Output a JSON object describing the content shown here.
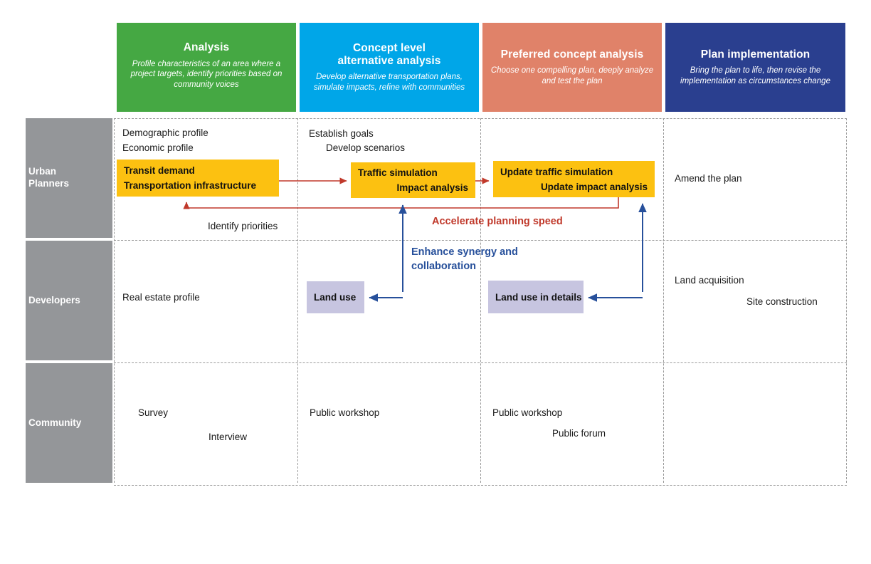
{
  "phases": [
    {
      "title": "Analysis",
      "subtitle": "Profile characteristics of an area where a project targets, identify priorities based on community voices",
      "color": "#45a843"
    },
    {
      "title": "Concept level\nalternative analysis",
      "subtitle": "Develop alternative transportation plans, simulate impacts, refine with communities",
      "color": "#00a6e8"
    },
    {
      "title": "Preferred concept analysis",
      "subtitle": "Choose one compelling plan, deeply analyze and test the plan",
      "color": "#e08269"
    },
    {
      "title": "Plan implementation",
      "subtitle": "Bring the plan to life, then revise the implementation as circumstances change",
      "color": "#2a3f8f"
    }
  ],
  "lanes": [
    {
      "label": "Urban\nPlanners",
      "color": "#949699"
    },
    {
      "label": "Developers",
      "color": "#949699"
    },
    {
      "label": "Community",
      "color": "#949699"
    }
  ],
  "urban_planners": {
    "analysis_text_1": "Demographic profile",
    "analysis_text_2": "Economic profile",
    "concept_text_1": "Establish goals",
    "concept_text_2": "Develop scenarios",
    "implementation_text": "Amend the plan",
    "box_analysis": {
      "line1": "Transit demand",
      "line2": "Transportation infrastructure"
    },
    "box_concept": {
      "line1": "Traffic simulation",
      "line2": "Impact analysis"
    },
    "box_preferred": {
      "line1": "Update traffic simulation",
      "line2": "Update impact analysis"
    },
    "feedback_label": "Identify priorities"
  },
  "developers": {
    "analysis_text": "Real estate profile",
    "box_concept": "Land use",
    "box_preferred": "Land use in details",
    "implementation_text_1": "Land acquisition",
    "implementation_text_2": "Site construction"
  },
  "community": {
    "analysis_text_1": "Survey",
    "analysis_text_2": "Interview",
    "concept_text": "Public workshop",
    "preferred_text_1": "Public workshop",
    "preferred_text_2": "Public forum"
  },
  "callouts": {
    "red": "Accelerate planning speed",
    "blue": "Enhance synergy and\ncollaboration"
  },
  "colors": {
    "process_box": "#fcc111",
    "land_use_box": "#c7c5e0",
    "red_arrow": "#c0392b",
    "blue_arrow": "#27509b",
    "lane_grey": "#949699",
    "grid_line": "#9a9a9a"
  }
}
